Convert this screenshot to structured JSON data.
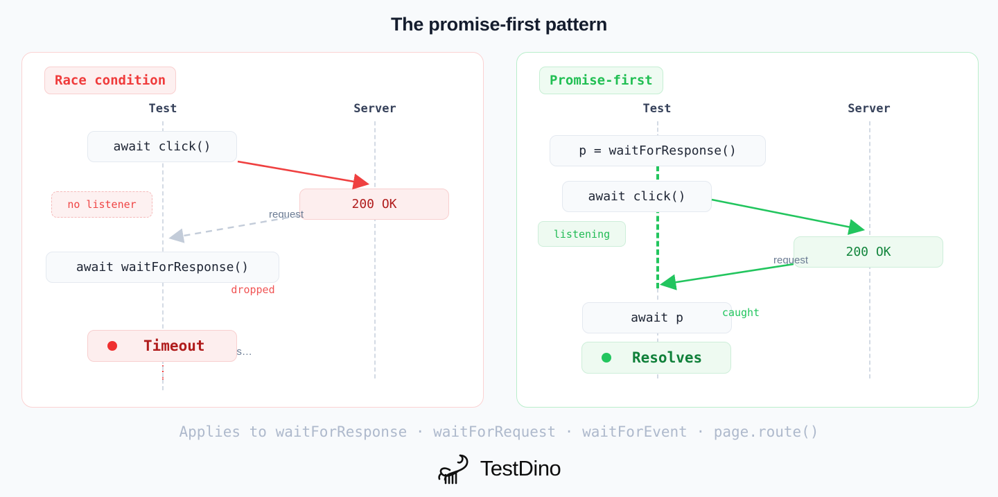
{
  "title": "The promise-first pattern",
  "panels": [
    {
      "id": "race-condition",
      "badge": "Race condition",
      "accent": "#ef3b3b",
      "columns": [
        {
          "label": "Test"
        },
        {
          "label": "Server"
        }
      ],
      "nodes": [
        {
          "name": "await-click",
          "text": "await click()"
        },
        {
          "name": "response-200",
          "text": "200 OK"
        },
        {
          "name": "await-waitforresponse",
          "text": "await waitForResponse()"
        }
      ],
      "tags": [
        {
          "name": "no-listener",
          "text": "no listener"
        }
      ],
      "edges": [
        {
          "name": "request-edge",
          "label": "request",
          "color": "#ef4444",
          "style": "solid"
        },
        {
          "name": "dropped-edge",
          "label": "dropped",
          "color": "#f05454",
          "style": "dashed"
        }
      ],
      "notes": [
        {
          "name": "hangs-note",
          "text": "hangs…"
        }
      ],
      "result": {
        "name": "timeout-result",
        "text": "Timeout",
        "dot": "#ef3030"
      }
    },
    {
      "id": "promise-first",
      "badge": "Promise-first",
      "accent": "#21bf53",
      "columns": [
        {
          "label": "Test"
        },
        {
          "label": "Server"
        }
      ],
      "nodes": [
        {
          "name": "assign-promise",
          "text": "p = waitForResponse()"
        },
        {
          "name": "await-click",
          "text": "await click()"
        },
        {
          "name": "response-200",
          "text": "200 OK"
        },
        {
          "name": "await-p",
          "text": "await p"
        }
      ],
      "tags": [
        {
          "name": "listening",
          "text": "listening"
        }
      ],
      "edges": [
        {
          "name": "request-edge",
          "label": "request",
          "color": "#22c55e",
          "style": "solid"
        },
        {
          "name": "caught-edge",
          "label": "caught",
          "color": "#22c55e",
          "style": "solid"
        }
      ],
      "notes": [],
      "result": {
        "name": "resolves-result",
        "text": "Resolves",
        "dot": "#22c55e"
      }
    }
  ],
  "footnote": "Applies to waitForResponse · waitForRequest · waitForEvent · page.route()",
  "brand": {
    "name": "TestDino",
    "logo": "dinosaur-icon"
  }
}
